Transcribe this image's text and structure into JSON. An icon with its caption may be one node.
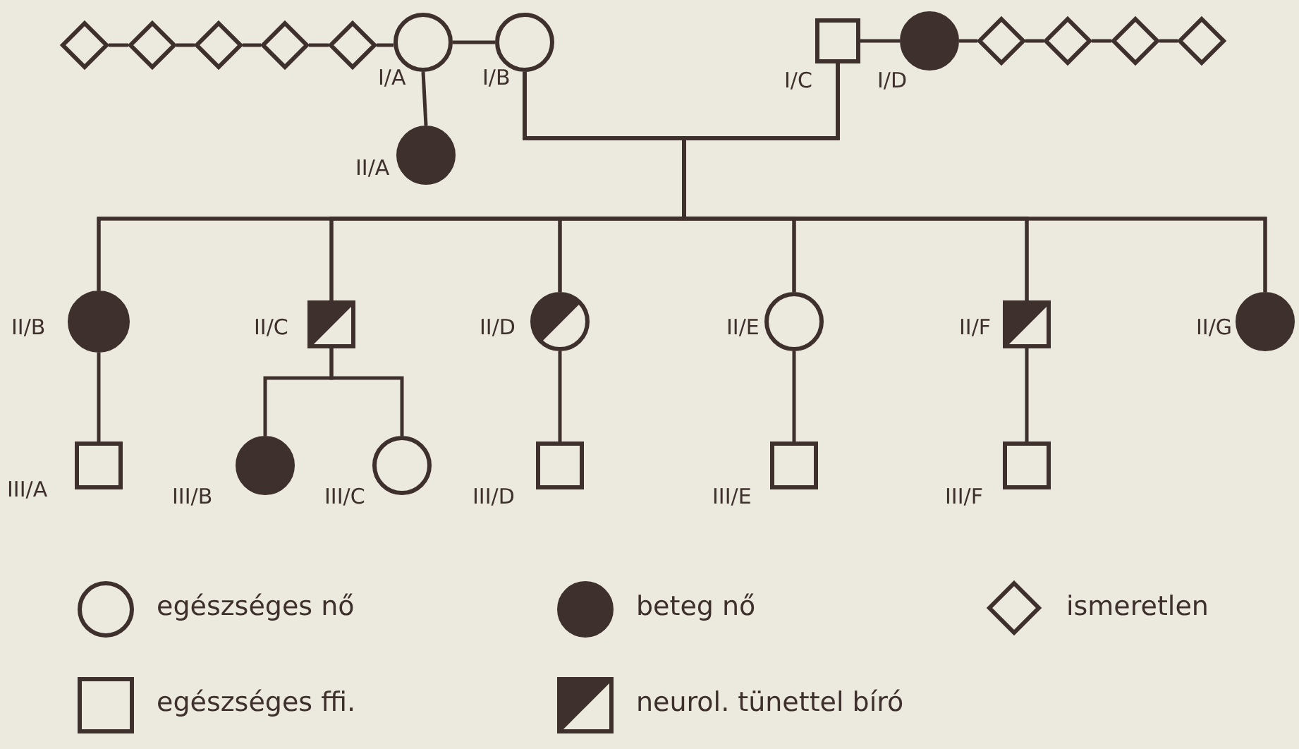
{
  "diagram": {
    "nodes": [
      {
        "text": [],
        "shape": "diamond"
      },
      {
        "text": [],
        "shape": "diamond"
      },
      {
        "text": [],
        "shape": "diamond"
      },
      {
        "text": [],
        "shape": "diamond"
      },
      {
        "text": [],
        "shape": "diamond"
      },
      {
        "text": [],
        "shape": "circle",
        "beside": [
          "I/A"
        ]
      },
      {
        "text": [],
        "shape": "circle",
        "beside": [
          "I/B"
        ]
      },
      {
        "text": [],
        "shape": "box",
        "beside": [
          "I/C"
        ]
      },
      {
        "text": [],
        "shape": "circle",
        "beside": [
          "I/D"
        ]
      },
      {
        "text": [],
        "shape": "diamond"
      },
      {
        "text": [],
        "shape": "diamond"
      },
      {
        "text": [],
        "shape": "diamond"
      },
      {
        "text": [],
        "shape": "diamond"
      },
      {
        "text": [],
        "shape": "circle",
        "beside": [
          "II/A"
        ]
      },
      {
        "text": [],
        "shape": "circle",
        "beside": [
          "II/B"
        ]
      },
      {
        "text": [],
        "shape": "box",
        "beside": [
          "II/C"
        ]
      },
      {
        "text": [],
        "shape": "circle",
        "beside": [
          "II/D"
        ]
      },
      {
        "text": [],
        "shape": "circle",
        "beside": [
          "II/E"
        ]
      },
      {
        "text": [],
        "shape": "box",
        "beside": [
          "II/F"
        ]
      },
      {
        "text": [],
        "shape": "circle",
        "beside": [
          "II/G"
        ]
      },
      {
        "text": [],
        "shape": "box",
        "beside": [
          "III/A"
        ]
      },
      {
        "text": [],
        "shape": "circle",
        "beside": [
          "III/B"
        ]
      },
      {
        "text": [],
        "shape": "circle",
        "beside": [
          "III/C"
        ]
      },
      {
        "text": [],
        "shape": "box",
        "beside": [
          "III/D"
        ]
      },
      {
        "text": [],
        "shape": "box",
        "beside": [
          "III/E"
        ]
      },
      {
        "text": [],
        "shape": "box",
        "beside": [
          "III/F"
        ]
      }
    ],
    "edges": [
      {
        "from": 0,
        "to": 1,
        "arrow": "none"
      },
      {
        "from": 1,
        "to": 2,
        "arrow": "none"
      },
      {
        "from": 2,
        "to": 3,
        "arrow": "none"
      },
      {
        "from": 3,
        "to": 4,
        "arrow": "none"
      },
      {
        "from": 4,
        "to": 5,
        "arrow": "none"
      },
      {
        "from": 5,
        "to": 6,
        "arrow": "none"
      },
      {
        "from": 7,
        "to": 8,
        "arrow": "none"
      },
      {
        "from": 8,
        "to": 9,
        "arrow": "none"
      },
      {
        "from": 9,
        "to": 10,
        "arrow": "none"
      },
      {
        "from": 10,
        "to": 11,
        "arrow": "none"
      },
      {
        "from": 11,
        "to": 12,
        "arrow": "none"
      },
      {
        "from": 5,
        "to": 13,
        "arrow": "none"
      },
      {
        "from": 6,
        "to": 14,
        "arrow": "none"
      },
      {
        "from": 6,
        "to": 15,
        "arrow": "none"
      },
      {
        "from": 6,
        "to": 16,
        "arrow": "none"
      },
      {
        "from": 6,
        "to": 17,
        "arrow": "none"
      },
      {
        "from": 6,
        "to": 18,
        "arrow": "none"
      },
      {
        "from": 6,
        "to": 19,
        "arrow": "none"
      },
      {
        "from": 7,
        "to": 14,
        "arrow": "none"
      },
      {
        "from": 7,
        "to": 15,
        "arrow": "none"
      },
      {
        "from": 7,
        "to": 16,
        "arrow": "none"
      },
      {
        "from": 7,
        "to": 17,
        "arrow": "none"
      },
      {
        "from": 7,
        "to": 18,
        "arrow": "none"
      },
      {
        "from": 7,
        "to": 19,
        "arrow": "none"
      },
      {
        "from": 14,
        "to": 20,
        "arrow": "none"
      },
      {
        "from": 15,
        "to": 21,
        "arrow": "none"
      },
      {
        "from": 15,
        "to": 22,
        "arrow": "none"
      },
      {
        "from": 16,
        "to": 23,
        "arrow": "none"
      },
      {
        "from": 17,
        "to": 24,
        "arrow": "none"
      },
      {
        "from": 18,
        "to": 25,
        "arrow": "none"
      }
    ],
    "legend": [
      {
        "text": "egészséges nő"
      },
      {
        "text": "beteg nő"
      },
      {
        "text": "ismeretlen"
      },
      {
        "text": "egészséges ffi."
      },
      {
        "text": "neurol. tünettel bíró"
      }
    ]
  }
}
